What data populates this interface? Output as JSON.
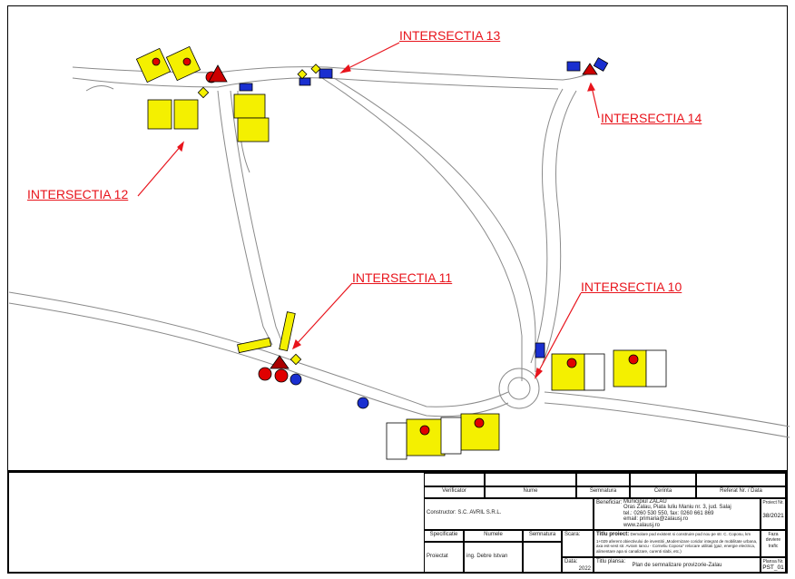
{
  "map": {
    "labels": [
      "INTERSECTIA 13",
      "INTERSECTIA 14",
      "INTERSECTIA 12",
      "INTERSECTIA 11",
      "INTERSECTIA 10"
    ],
    "colors": {
      "label": "#e8141c",
      "road": "#8a8a8a",
      "sign_yellow": "#f4f000",
      "sign_red": "#e00000",
      "sign_blue": "#1a2fd0"
    }
  },
  "title_block": {
    "verificator": "Verificator",
    "nume": "Nume",
    "semnatura": "Semnatura",
    "cerinta": "Cerinta",
    "referat": "Referat Nr. / Data",
    "constructor": "Constructor: S.C. AVRIL S.R.L.",
    "beneficiar_label": "Beneficiar:",
    "beneficiar_lines": [
      "Municipiul ZALAU",
      "Oras Zalau, Piata Iuliu Maniu nr. 3, jud. Salaj",
      "tel.: 0260 530 550, fax: 0260 661 869",
      "email: primaria@zalausj.ro",
      "www.zalausj.ro"
    ],
    "proiect_nr_label": "Proiect Nr.",
    "proiect_nr": "38/2021",
    "specificatie": "Specificatie",
    "numele": "Numele",
    "semnatura2": "Semnatura",
    "scara": "Scara:",
    "titlu_proiect_label": "Titlu proiect:",
    "titlu_proiect": "Demolare pod existent si construire pod nou pe str. C. Coposu, km 1+029 aferent obiectivului de investitii „Modernizare coridor integrat de mobilitate urbana, axa est-vest str. Avram Iancu - Corneliu Coposu\" relocare utilitati (gaz, energie electrica, alimentare apa si canalizare, curenti slabi, etc.)",
    "faza_label": "Faza",
    "faza": "deviere trafic",
    "proiectat": "Proiectat",
    "proiectant": "ing. Debre Istvan",
    "data_label": "Data:",
    "data": "2022",
    "titlu_plansa_label": "Titlu plansa:",
    "titlu_plansa": "Plan de semnalizare provizorie-Zalau",
    "plansa_nr_label": "Plansa Nr.",
    "plansa_nr": "PST_01"
  }
}
